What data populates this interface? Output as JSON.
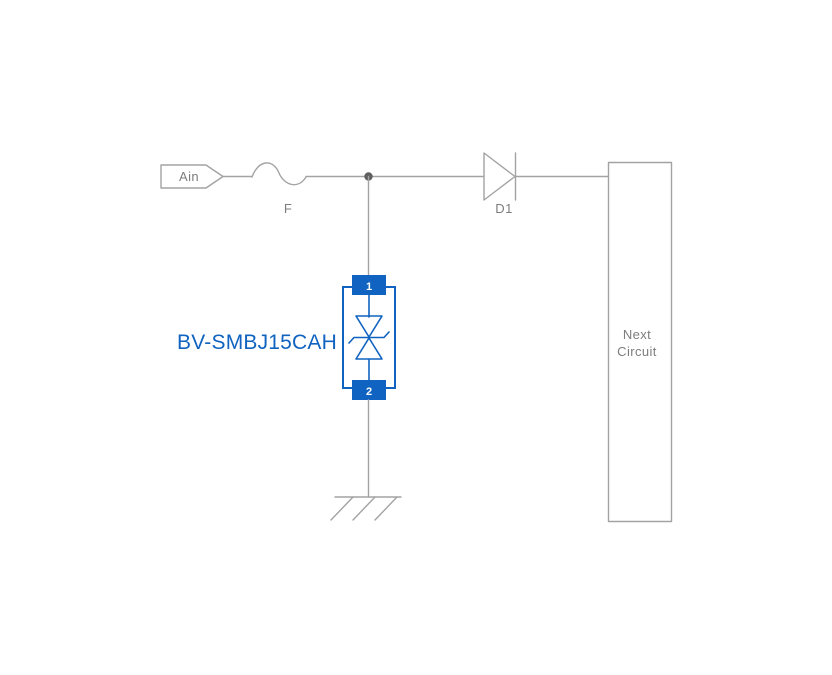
{
  "labels": {
    "input_tag": "Ain",
    "fuse": "F",
    "diode": "D1",
    "tvs_part_number": "BV-SMBJ15CAH",
    "tvs_pin_top": "1",
    "tvs_pin_bottom": "2",
    "next_circuit_line1": "Next",
    "next_circuit_line2": "Circuit"
  },
  "colors": {
    "wire": "#a3a3a3",
    "text": "#7d7d7d",
    "accent_blue": "#1063c0",
    "junction_dot": "#5f5f5f",
    "background": "#ffffff"
  }
}
